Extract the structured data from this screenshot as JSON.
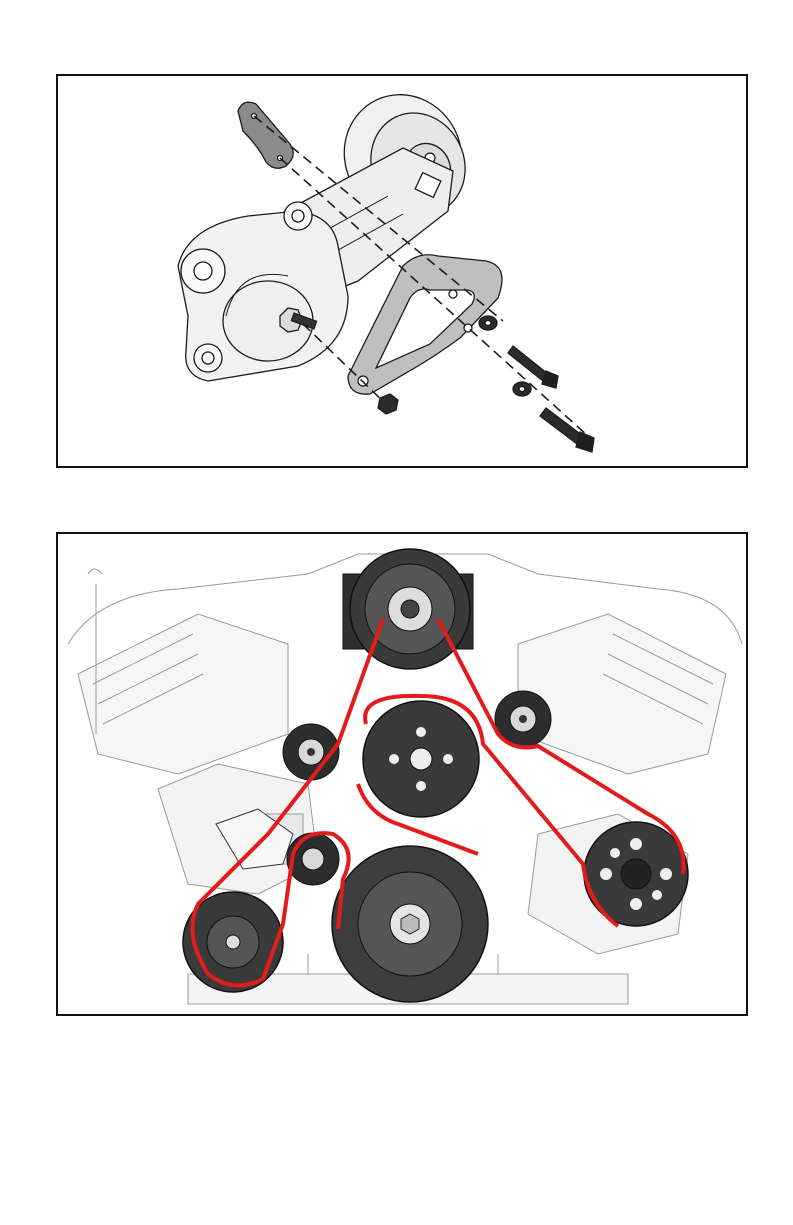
{
  "figures": [
    {
      "name": "tensioner-bracket-exploded-view",
      "parts": [
        "tensioner-pulley",
        "tensioner-arm",
        "tensioner-base",
        "tensioner-bolt",
        "spacer-plate",
        "mounting-bracket",
        "nut",
        "washer",
        "bolt",
        "bolt",
        "washer",
        "nut"
      ]
    },
    {
      "name": "serpentine-belt-routing",
      "components": [
        "alternator-pulley",
        "idler-pulley-right",
        "idler-pulley-left",
        "water-pump-pulley",
        "tensioner-pulley",
        "crankshaft-pulley",
        "power-steering-pulley",
        "ac-compressor-pulley"
      ]
    }
  ],
  "colors": {
    "belt": "#e31b1b",
    "outline": "#1c1c1c",
    "part-gray": "#8a8a8a",
    "light-gray": "#e8e8e8",
    "dark-pulley": "#3a3a3a"
  }
}
